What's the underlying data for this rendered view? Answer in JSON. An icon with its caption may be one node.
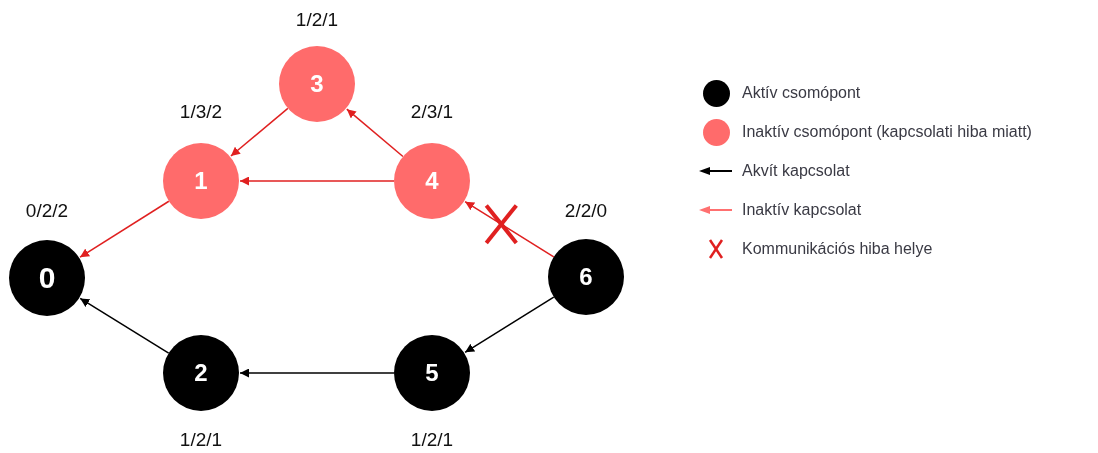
{
  "diagram": {
    "nodes": [
      {
        "text": [
          "0"
        ],
        "beside": [
          "0/2/2"
        ]
      },
      {
        "text": [
          "1"
        ],
        "beside": [
          "1/3/2"
        ]
      },
      {
        "text": [
          "2"
        ],
        "beside": [
          "1/2/1"
        ]
      },
      {
        "text": [
          "3"
        ],
        "beside": [
          "1/2/1"
        ]
      },
      {
        "text": [
          "4"
        ],
        "beside": [
          "2/3/1"
        ]
      },
      {
        "text": [
          "5"
        ],
        "beside": [
          "1/2/1"
        ]
      },
      {
        "text": [
          "6"
        ],
        "beside": [
          "2/2/0"
        ]
      }
    ],
    "edges": [
      {
        "from": 1,
        "to": 0,
        "arrow": "to"
      },
      {
        "from": 3,
        "to": 1,
        "arrow": "to"
      },
      {
        "from": 4,
        "to": 1,
        "arrow": "to"
      },
      {
        "from": 4,
        "to": 3,
        "arrow": "to"
      },
      {
        "from": 6,
        "to": 4,
        "arrow": "to"
      },
      {
        "from": 2,
        "to": 0,
        "arrow": "to",
        "color": "#000000"
      },
      {
        "from": 5,
        "to": 2,
        "arrow": "to",
        "color": "#000000"
      },
      {
        "from": 6,
        "to": 5,
        "arrow": "to",
        "color": "#000000"
      }
    ],
    "legend": [
      {
        "text": "Aktív csomópont",
        "color": "#000000"
      },
      {
        "text": "Inaktív csomópont (kapcsolati hiba miatt)",
        "color": "#ff6b6b"
      },
      {
        "text": "Akvít kapcsolat"
      },
      {
        "text": "Inaktív kapcsolat"
      },
      {
        "text": "Kommunikációs hiba helye"
      }
    ]
  }
}
